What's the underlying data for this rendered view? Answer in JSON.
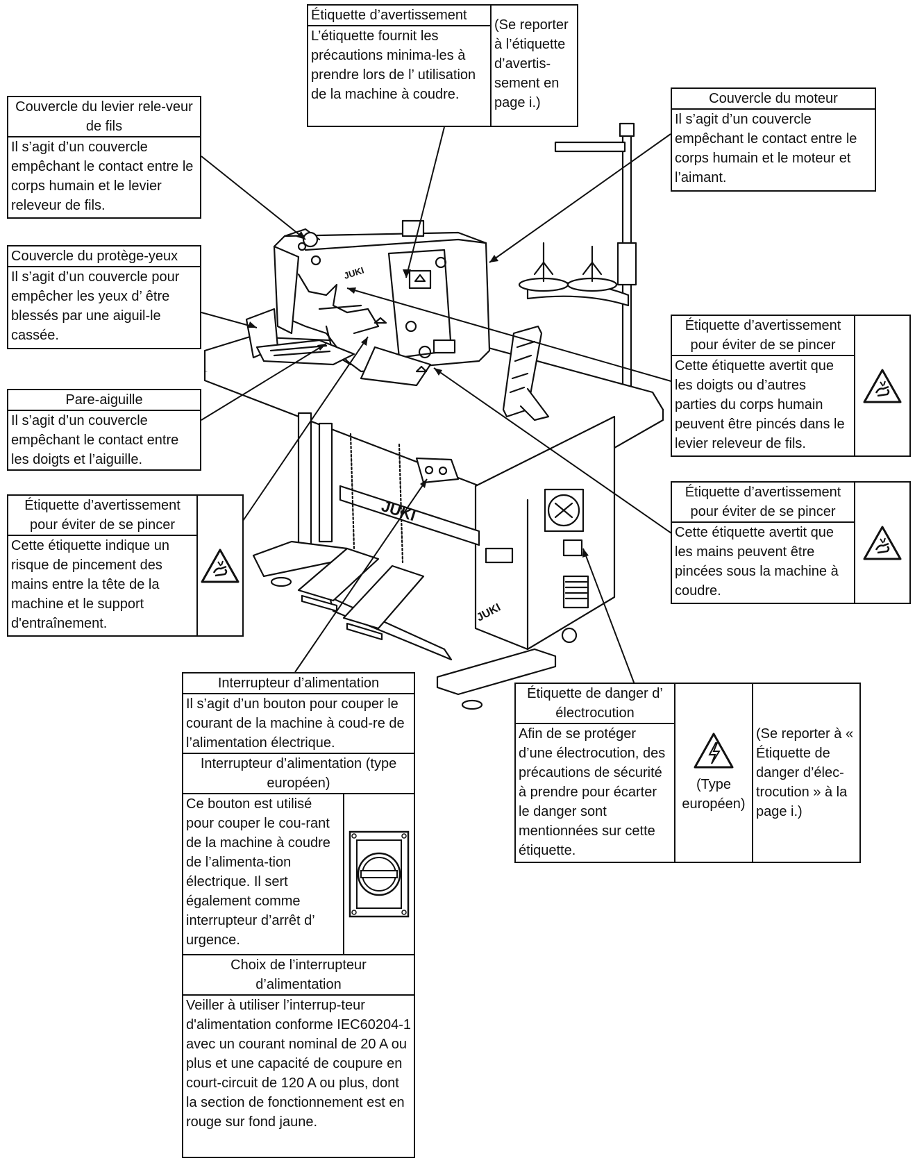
{
  "machine_marks": {
    "brand_head": "JUKI",
    "brand_cabinet": "JUKI",
    "brand_rail": "JUKI"
  },
  "labels": {
    "warning_top": {
      "title": "Étiquette d’avertissement",
      "body": "L’étiquette fournit les précautions minima-les à prendre lors de l’ utilisation de la machine à coudre.",
      "side": "(Se reporter à l’étiquette d’avertis-sement en page i.)"
    },
    "thread_takeup_cover": {
      "title": "Couvercle du levier rele-veur de fils",
      "body": "Il s’agit d’un couvercle empêchant le contact entre le corps humain et le levier releveur de fils."
    },
    "motor_cover": {
      "title": "Couvercle du moteur",
      "body": "Il s’agit d’un couvercle empêchant le contact entre le corps humain et le moteur et l’aimant."
    },
    "eye_guard": {
      "title": "Couvercle du protège-yeux",
      "body": "Il s’agit d’un couvercle pour empêcher les yeux d’ être blessés par une aiguil-le cassée."
    },
    "pinch_right_1": {
      "title": "Étiquette d’avertissement pour éviter de se pincer",
      "body": "Cette étiquette avertit que les doigts ou d’autres parties du corps humain peuvent être pincés dans le levier releveur de fils."
    },
    "needle_guard": {
      "title": "Pare-aiguille",
      "body": "Il s’agit d’un couvercle empêchant le contact entre les doigts et l’aiguille."
    },
    "pinch_left": {
      "title": "Étiquette d’avertissement pour éviter de se pincer",
      "body": "Cette étiquette indique un risque de pincement des mains entre la tête de la machine et le support d'entraînement."
    },
    "pinch_right_2": {
      "title": "Étiquette d’avertissement pour éviter de se pincer",
      "body": "Cette étiquette avertit que les mains peuvent être pincées sous la machine à coudre."
    },
    "power_switch": {
      "title": "Interrupteur d’alimentation",
      "body": "Il s’agit d’un bouton pour couper le courant de la machine à coud-re de l’alimentation électrique.",
      "eu_title": "Interrupteur d’alimentation (type européen)",
      "eu_body": "Ce bouton est utilisé pour couper le cou-rant de la machine à coudre de l’alimenta-tion électrique. Il sert également comme interrupteur d’arrêt d’ urgence.",
      "choice_title": "Choix de l’interrupteur d’alimentation",
      "choice_body": "Veiller à utiliser l’interrup-teur d'alimentation conforme IEC60204-1 avec un courant nominal de 20 A ou plus et une capacité de coupure en court-circuit de 120 A ou plus, dont la section de fonctionnement est en rouge sur fond jaune."
    },
    "electrocution": {
      "title": "Étiquette de danger d’ électrocution",
      "body": "Afin de se protéger d’une électrocution, des précautions de sécurité à prendre pour écarter le danger sont mentionnées sur cette étiquette.",
      "icon_caption": "(Type européen)",
      "side": "(Se reporter à « Étiquette de danger d’élec-trocution » à la page i.)"
    }
  },
  "icons": {
    "pinch": "hand-pinch-warning-icon",
    "electric": "high-voltage-warning-icon",
    "switch": "rotary-power-switch-icon"
  }
}
